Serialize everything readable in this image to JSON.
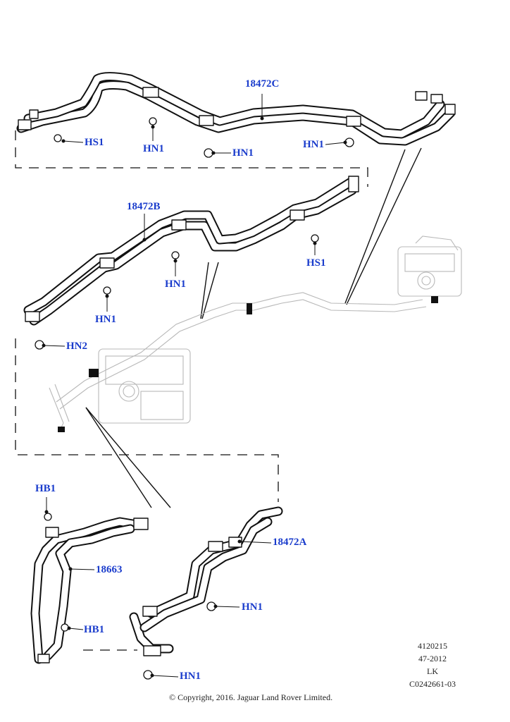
{
  "accent_color": "#1a3ccc",
  "callouts": {
    "hose_top": "18472C",
    "hose_middle": "18472B",
    "hose_bottom_right": "18472A",
    "hose_bottom_left": "18663",
    "hs1_top": "HS1",
    "hs1_middle": "HS1",
    "hn1_top_a": "HN1",
    "hn1_top_b": "HN1",
    "hn1_top_c": "HN1",
    "hn1_mid_a": "HN1",
    "hn1_mid_b": "HN1",
    "hn2": "HN2",
    "hb1_top": "HB1",
    "hb1_bottom": "HB1",
    "hn1_bottom_a": "HN1",
    "hn1_bottom_b": "HN1"
  },
  "reference_block": {
    "line1": "4120215",
    "line2": "47-2012",
    "line3": "LK",
    "line4": "C0242661-03"
  },
  "copyright": "© Copyright, 2016. Jaguar Land Rover Limited."
}
